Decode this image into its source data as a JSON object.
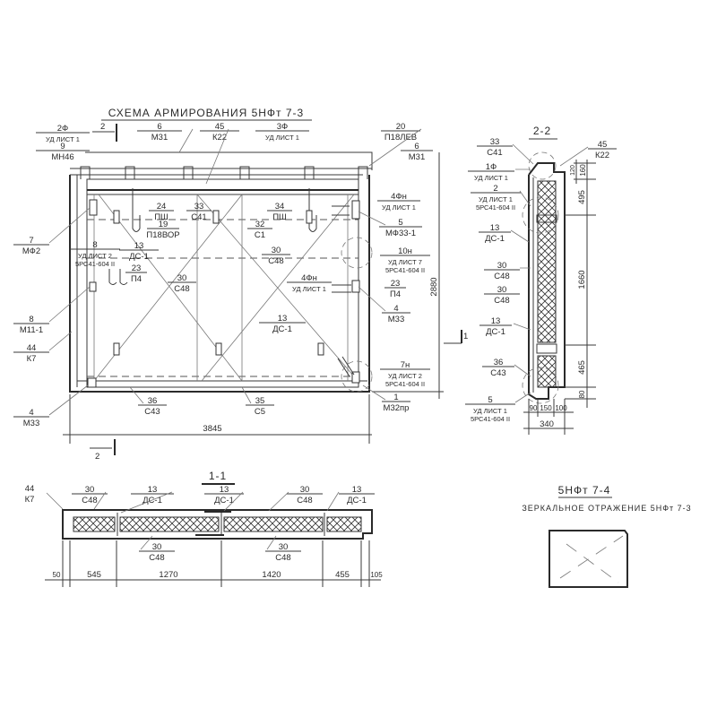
{
  "titles": {
    "main": "СХЕМА АРМИРОВАНИЯ 5НФт 7-3",
    "section_22": "2-2",
    "section_11": "1-1",
    "mirror_title": "5НФт 7-4",
    "mirror_note": "ЗЕРКАЛЬНОЕ ОТРАЖЕНИЕ 5НФт 7-3"
  },
  "section_marks": {
    "top2": "2",
    "bottom2": "2",
    "right1": "1"
  },
  "dims_main": {
    "width": "3845",
    "height": "2880"
  },
  "dims_22": [
    "120",
    "160",
    "495",
    "1660",
    "465",
    "80",
    "90",
    "150",
    "100",
    "340"
  ],
  "dims_11": [
    "50",
    "545",
    "1270",
    "1420",
    "455",
    "105"
  ],
  "callouts": {
    "c2f": [
      "2Ф",
      "УД ЛИСТ 1"
    ],
    "c9": [
      "9",
      "МН46"
    ],
    "c6a": [
      "6",
      "М31"
    ],
    "c45a": [
      "45",
      "К22"
    ],
    "c3f": [
      "3Ф",
      "УД ЛИСТ 1"
    ],
    "c20": [
      "20",
      "П18ЛЕВ"
    ],
    "c6b": [
      "6",
      "М31"
    ],
    "c24": [
      "24",
      "ПШ"
    ],
    "c33a": [
      "33",
      "С41"
    ],
    "c34": [
      "34",
      "ПШ"
    ],
    "c19": [
      "19",
      "П18ВОР"
    ],
    "c13a": [
      "13",
      "ДС-1"
    ],
    "c32": [
      "32",
      "С1"
    ],
    "c30a": [
      "30",
      "С48"
    ],
    "c8a": [
      "8",
      "УД ЛИСТ 2",
      "5РС41-604 II"
    ],
    "c23a": [
      "23",
      "П4"
    ],
    "c30b": [
      "30",
      "С48"
    ],
    "c4fa": [
      "4Фн",
      "УД ЛИСТ 1"
    ],
    "c4fb": [
      "4Фн",
      "УД ЛИСТ 1"
    ],
    "c5a": [
      "5",
      "МФ33-1"
    ],
    "c10n": [
      "10н",
      "УД ЛИСТ 7",
      "5РС41-604 II"
    ],
    "c23b": [
      "23",
      "П4"
    ],
    "c4a": [
      "4",
      "М33"
    ],
    "c13b": [
      "13",
      "ДС-1"
    ],
    "c7n": [
      "7н",
      "УД ЛИСТ 2",
      "5РС41-604 II"
    ],
    "c1": [
      "1",
      "М32пр"
    ],
    "c7": [
      "7",
      "МФ2"
    ],
    "c8b": [
      "8",
      "М11-1"
    ],
    "c44a": [
      "44",
      "К7"
    ],
    "c4b": [
      "4",
      "М33"
    ],
    "c36a": [
      "36",
      "С43"
    ],
    "c35": [
      "35",
      "С5"
    ],
    "s33": [
      "33",
      "С41"
    ],
    "s45": [
      "45",
      "К22"
    ],
    "s1f": [
      "1Ф",
      "УД ЛИСТ 1"
    ],
    "s2": [
      "2",
      "УД ЛИСТ 1",
      "5РС41-604 II"
    ],
    "s13a": [
      "13",
      "ДС-1"
    ],
    "s30a": [
      "30",
      "С48"
    ],
    "s30b": [
      "30",
      "С48"
    ],
    "s13b": [
      "13",
      "ДС-1"
    ],
    "s36": [
      "36",
      "С43"
    ],
    "s5": [
      "5",
      "УД ЛИСТ 1",
      "5РС41-604 II"
    ],
    "r44": [
      "44",
      "К7"
    ],
    "r30a": [
      "30",
      "С48"
    ],
    "r13a": [
      "13",
      "ДС-1"
    ],
    "r13b": [
      "13",
      "ДС-1"
    ],
    "r30b": [
      "30",
      "С48"
    ],
    "r13c": [
      "13",
      "ДС-1"
    ],
    "r30c": [
      "30",
      "С48"
    ],
    "r30d": [
      "30",
      "С48"
    ]
  }
}
